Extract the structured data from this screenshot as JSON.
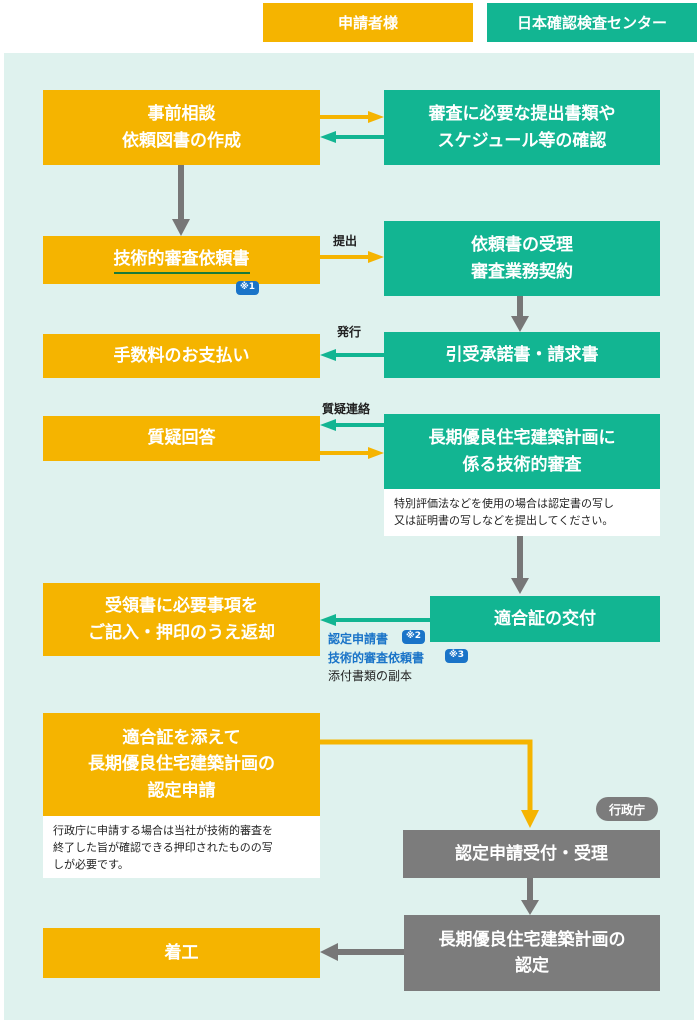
{
  "legend": {
    "applicant": "申請者様",
    "center": "日本確認検査センター"
  },
  "colors": {
    "applicant": "#f5b400",
    "center": "#12b592",
    "government": "#7c7c7c",
    "panel": "#dff2ee",
    "note_tag": "#1a74c8"
  },
  "steps": {
    "pre_consult": [
      "事前相談",
      "依頼図書の作成"
    ],
    "confirm_docs": [
      "審査に必要な提出書類や",
      "スケジュール等の確認"
    ],
    "tech_request": "技術的審査依頼書",
    "tech_request_tag": "※1",
    "submit_label": "提出",
    "accept_contract": [
      "依頼書の受理",
      "審査業務契約"
    ],
    "issue_label": "発行",
    "pay_fee": "手数料のお支払い",
    "acceptance_invoice": "引受承諾書・請求書",
    "question_label": "質疑連絡",
    "answer": "質疑回答",
    "tech_review": [
      "長期優良住宅建築計画に",
      "係る技術的審査"
    ],
    "tech_review_note": [
      "特別評価法などを使用の場合は認定書の写し",
      "又は証明書の写しなどを提出してください。"
    ],
    "receipt_return": [
      "受領書に必要事項を",
      "ご記入・押印のうえ返却"
    ],
    "issue_certificate": "適合証の交付",
    "attach_cert_request": "認定申請書",
    "attach_cert_request_tag": "※2",
    "attach_tech_request": "技術的審査依頼書",
    "attach_tech_request_tag": "※3",
    "attach_docs_copy": "添付書類の副本",
    "apply_certification": [
      "適合証を添えて",
      "長期優良住宅建築計画の",
      "認定申請"
    ],
    "apply_note": [
      "行政庁に申請する場合は当社が技術的審査を",
      "終了した旨が確認できる押印されたものの写",
      "しが必要です。"
    ],
    "government_label": "行政庁",
    "gov_receive": "認定申請受付・受理",
    "gov_certify": [
      "長期優良住宅建築計画の",
      "認定"
    ],
    "construction_start": "着工"
  }
}
